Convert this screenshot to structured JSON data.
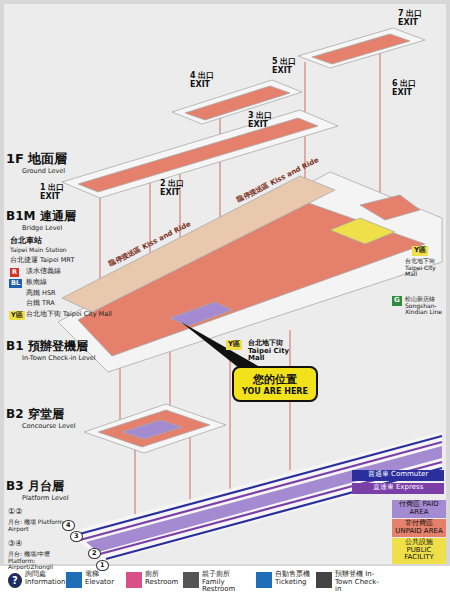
{
  "diagram": {
    "nodes": [
      {
        "text": [
          "您的位置",
          "YOU ARE HERE"
        ]
      }
    ],
    "labels": [
      "1F 地面層",
      "Ground Level",
      "B1M 連通層",
      "Bridge Level",
      "台北車站",
      "Taipei Main Station",
      "台北捷運 Taipei MRT",
      "R",
      "淡水信義線",
      "BL",
      "板南線",
      "高鐵 HSR",
      "台鐵 TRA",
      "Y區",
      "台北地下街 Taipei City Mall",
      "B1 預辦登機層",
      "In-Town Check-in Level",
      "B2 穿堂層",
      "Concourse Level",
      "B3 月台層",
      "Platform Level",
      "①②",
      "月台: 機場 Platform: Airport",
      "③④",
      "月台: 機場/中壢 Platform: Airport/Zhongli",
      "1 出口 EXIT",
      "2 出口 EXIT",
      "3 出口 EXIT",
      "4 出口 EXIT",
      "5 出口 EXIT",
      "6 出口 EXIT",
      "7 出口 EXIT",
      "臨停接送區 Kiss and Ride",
      "臨停接送區 Kiss and Ride",
      "Y區",
      "台北地下街 Taipei City Mall",
      "Y區",
      "台北地下街 Taipei City Mall",
      "G",
      "松山新店線 Songshan-Xindian Line",
      "4",
      "3",
      "2",
      "1",
      "?",
      "詢問處 Information",
      "電梯 Elevator",
      "廁所 Restroom",
      "親子廁所 Family Restroom",
      "自動售票機 Ticketing",
      "預辦登機 In-Town Check-in"
    ],
    "legend": [
      {
        "text": "普通車 Commuter",
        "color": "#2b2f9e"
      },
      {
        "text": "直達車 Express",
        "color": "#7b3fa8"
      },
      {
        "text": "付費區 PAID AREA",
        "color": "#a48ad0"
      },
      {
        "text": "非付費區 UNPAID AREA",
        "color": "#e4806c"
      },
      {
        "text": "公共設施 PUBLIC FACILITY",
        "color": "#efe04a"
      }
    ]
  }
}
